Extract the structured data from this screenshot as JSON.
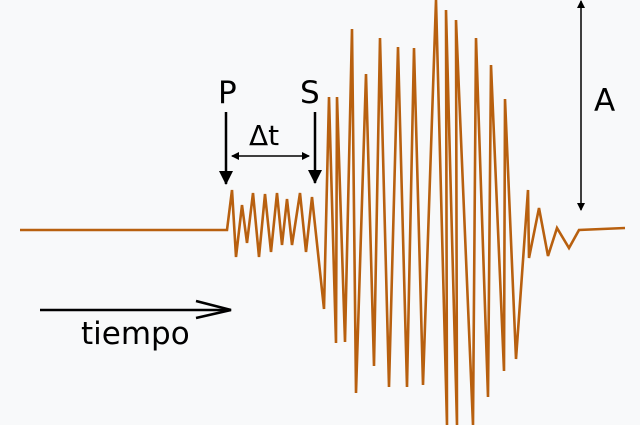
{
  "labels": {
    "p_wave": "P",
    "s_wave": "S",
    "delta_t": "Δt",
    "amplitude": "A",
    "time": "tiempo"
  },
  "colors": {
    "waveform": "#b8600f",
    "annotation": "#000000",
    "background": "#f8f9fa"
  }
}
